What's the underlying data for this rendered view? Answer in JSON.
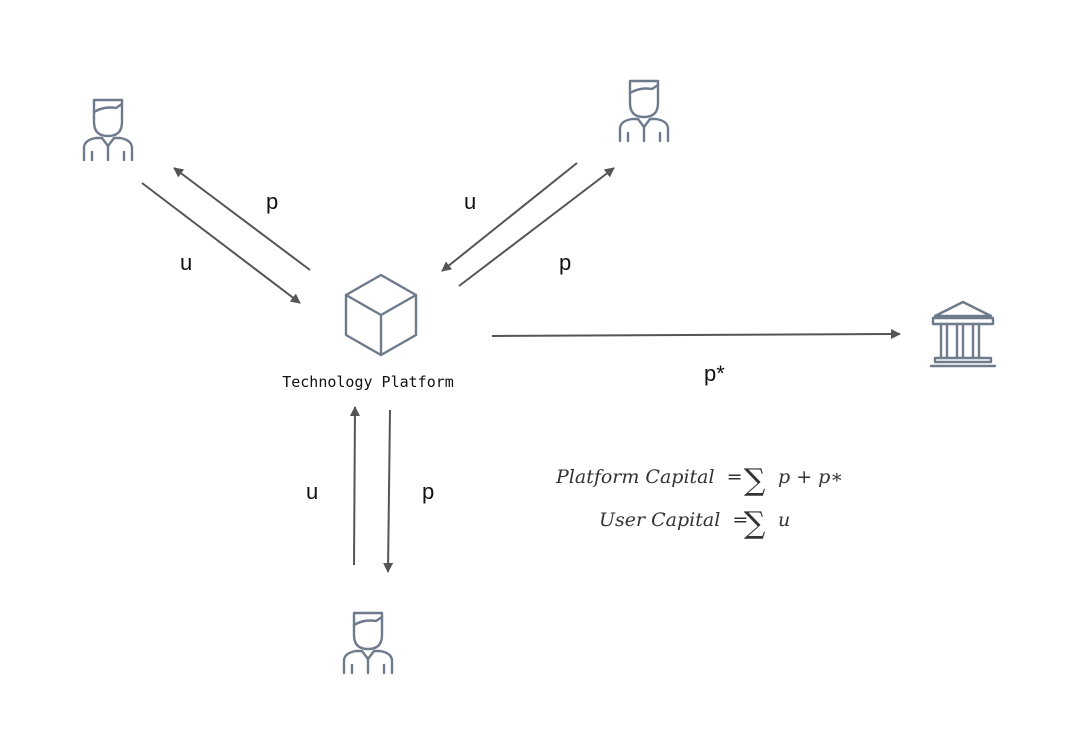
{
  "platform": {
    "label": "Technology Platform",
    "icon": "cube-icon"
  },
  "users": [
    {
      "id": "top-left",
      "icon": "user-icon"
    },
    {
      "id": "top-right",
      "icon": "user-icon"
    },
    {
      "id": "bottom",
      "icon": "user-icon"
    }
  ],
  "bank": {
    "icon": "bank-icon"
  },
  "edge_labels": {
    "top_left_p": "p",
    "top_left_u": "u",
    "top_right_u": "u",
    "top_right_p": "p",
    "bottom_u": "u",
    "bottom_p": "p",
    "platform_to_bank": "p*"
  },
  "formulas": {
    "platform_capital": {
      "lhs": "Platform Capital",
      "eq": "=",
      "sigma": "∑",
      "rhs": "p + p∗"
    },
    "user_capital": {
      "lhs": "User Capital",
      "eq": "=",
      "sigma": "∑",
      "rhs": "u"
    }
  },
  "colors": {
    "icon": "#6e7b8c",
    "arrow": "#555555",
    "text": "#111111"
  }
}
